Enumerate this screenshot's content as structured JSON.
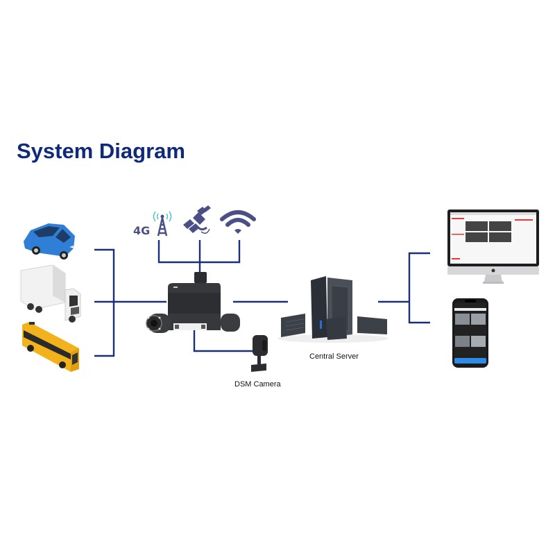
{
  "title": "System Diagram",
  "colors": {
    "title": "#0f2a7a",
    "connector_line": "#1b2f78",
    "icon_fill": "#4b4f86",
    "antenna_waves": "#3fc1c9"
  },
  "vehicles": [
    {
      "name": "car",
      "color": "#2f7fd6"
    },
    {
      "name": "truck",
      "color": "#e8e8e8"
    },
    {
      "name": "bus",
      "color": "#f1b21c"
    }
  ],
  "connectivity": [
    {
      "name": "4g-tower",
      "text": "4G"
    },
    {
      "name": "satellite"
    },
    {
      "name": "wifi"
    }
  ],
  "device": {
    "name": "dashcam-mdvr"
  },
  "dsm_camera": {
    "label": "DSM Camera"
  },
  "server": {
    "label": "Central Server"
  },
  "clients": [
    {
      "name": "desktop-monitor"
    },
    {
      "name": "smartphone"
    }
  ]
}
